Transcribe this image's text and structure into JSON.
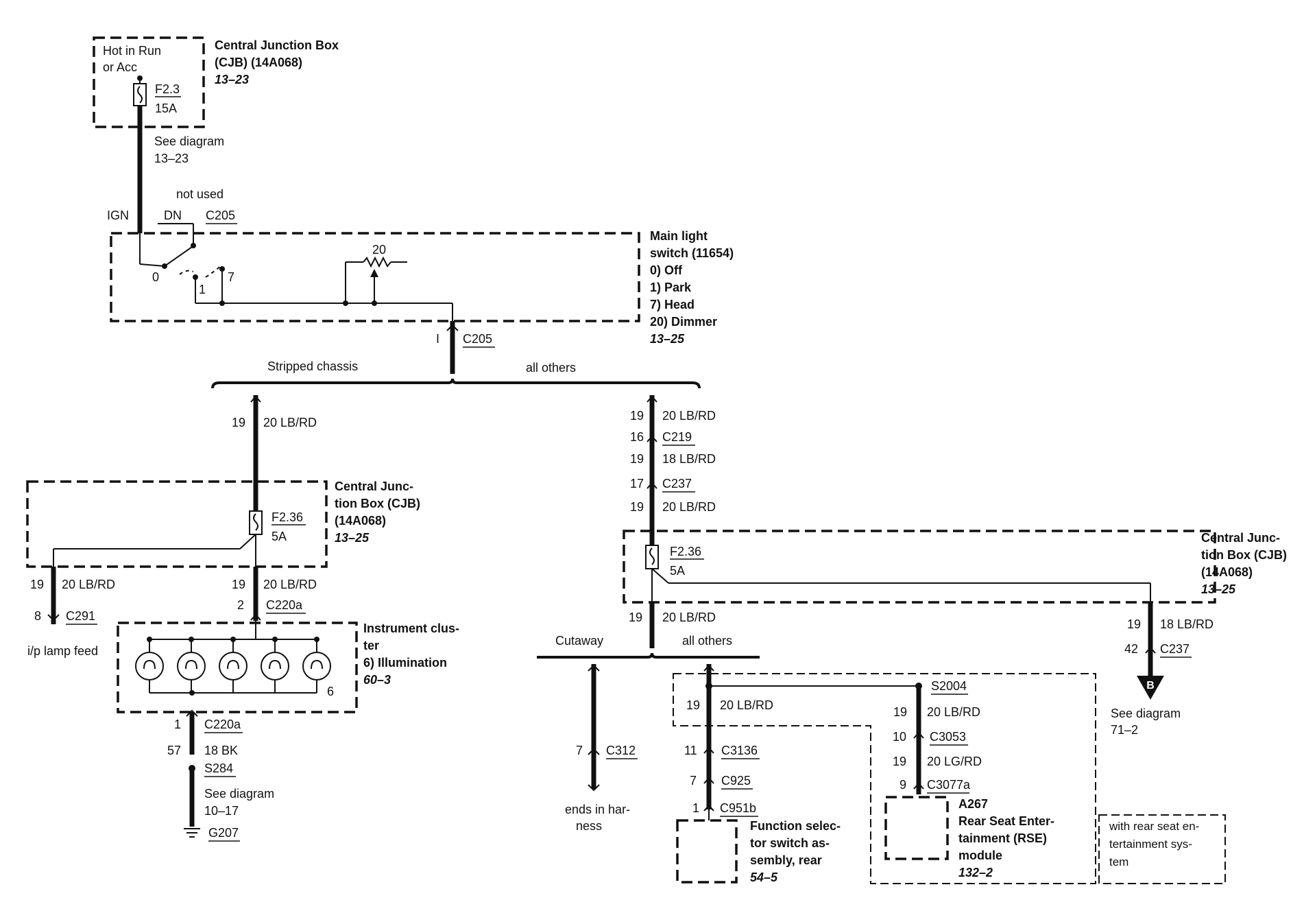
{
  "cjb_top": {
    "hot_line1": "Hot in Run",
    "hot_line2": "or Acc",
    "fuse": "F2.3",
    "amps": "15A",
    "title1": "Central Junction Box",
    "title2": "(CJB) (14A068)",
    "ref": "13–23"
  },
  "see_top": {
    "line1": "See diagram",
    "line2": "13–23"
  },
  "switch": {
    "not_used": "not used",
    "ign": "IGN",
    "dn": "DN",
    "conn": "C205",
    "pos0": "0",
    "pos1": "1",
    "pos7": "7",
    "dimmer_num": "20",
    "title1": "Main light",
    "title2": "switch (11654)",
    "opt0": "0)   Off",
    "opt1": "1)   Park",
    "opt7": "7)   Head",
    "opt20": "20) Dimmer",
    "ref": "13–25",
    "out_pin": "I",
    "out_conn": "C205"
  },
  "branch_top": {
    "left": "Stripped chassis",
    "right": "all others"
  },
  "left_feed": {
    "pin": "19",
    "wire": "20 LB/RD"
  },
  "cjb_left": {
    "title1": "Central Junc-",
    "title2": "tion Box (CJB)",
    "title3": "(14A068)",
    "ref": "13–25",
    "fuse": "F2.36",
    "amps": "5A"
  },
  "ip_feed": {
    "pin": "19",
    "wire": "20 LB/RD",
    "conn_pin": "8",
    "conn": "C291",
    "label": "i/p lamp feed"
  },
  "cluster_feed": {
    "pin": "19",
    "wire": "20 LB/RD",
    "conn_pin": "2",
    "conn": "C220a"
  },
  "cluster": {
    "title1": "Instrument clus-",
    "title2": "ter",
    "item": "6)   Illumination",
    "ref": "60–3",
    "pin6": "6"
  },
  "ground": {
    "pin1": "1",
    "conn1": "C220a",
    "pin57": "57",
    "wire": "18 BK",
    "splice": "S284",
    "see1": "See diagram",
    "see2": "10–17",
    "gnd": "G207"
  },
  "right_chain": [
    {
      "pin": "19",
      "label": "20 LB/RD",
      "conn": false
    },
    {
      "pin": "16",
      "label": "C219",
      "conn": true
    },
    {
      "pin": "19",
      "label": "18 LB/RD",
      "conn": false
    },
    {
      "pin": "17",
      "label": "C237",
      "conn": true
    },
    {
      "pin": "19",
      "label": "20 LB/RD",
      "conn": false
    }
  ],
  "cjb_right": {
    "fuse": "F2.36",
    "amps": "5A",
    "title1": "Central Junc-",
    "title2": "tion Box (CJB)",
    "title3": "(14A068)",
    "ref": "13–25"
  },
  "right_out": {
    "pin": "19",
    "wire": "20 LB/RD"
  },
  "branch_mid": {
    "left": "Cutaway",
    "right": "all others"
  },
  "cutaway": {
    "pin": "7",
    "conn": "C312",
    "end1": "ends in har-",
    "end2": "ness"
  },
  "b_branch": {
    "pin": "19",
    "wire": "18 LB/RD",
    "pin2": "42",
    "conn": "C237",
    "letter": "B",
    "see1": "See diagram",
    "see2": "71–2"
  },
  "function_chain": {
    "pin19": "19",
    "wire": "20 LB/RD",
    "pin11": "11",
    "conn11": "C3136",
    "pin7": "7",
    "conn7": "C925",
    "pin1": "1",
    "conn1": "C951b",
    "title1": "Function selec-",
    "title2": "tor switch as-",
    "title3": "sembly, rear",
    "ref": "54–5"
  },
  "rse_chain": {
    "splice": "S2004",
    "pin19a": "19",
    "wire_a": "20 LB/RD",
    "pin10": "10",
    "conn10": "C3053",
    "pin19b": "19",
    "wire_b": "20 LG/RD",
    "pin9": "9",
    "conn9": "C3077a",
    "mod_id": "A267",
    "title1": "Rear Seat Enter-",
    "title2": "tainment (RSE)",
    "title3": "module",
    "ref": "132–2"
  },
  "rse_note": {
    "line1": "with rear seat en-",
    "line2": "tertainment sys-",
    "line3": "tem"
  }
}
